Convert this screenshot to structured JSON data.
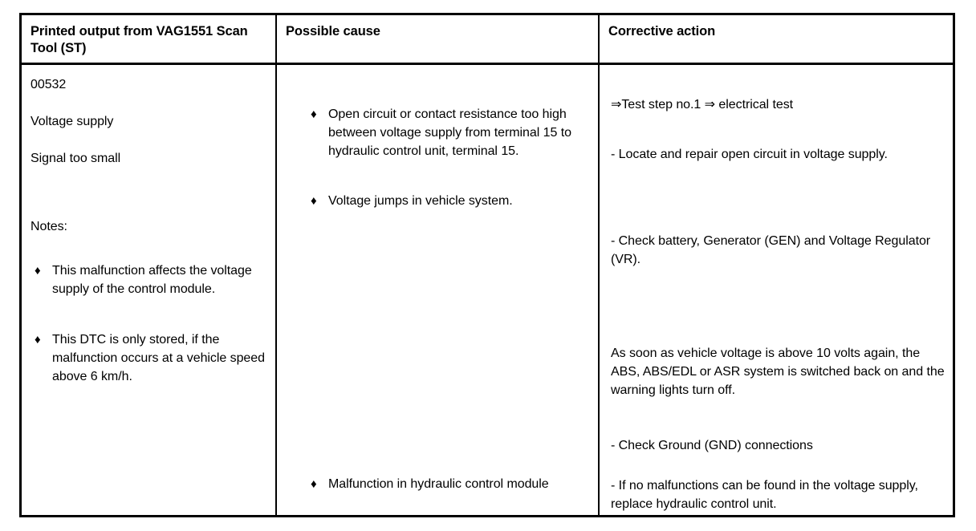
{
  "document": {
    "type": "diagnostic-trouble-code-table",
    "bullet_glyph": "♦",
    "arrow_glyph": "⇒",
    "text_color": "#000000",
    "background_color": "#ffffff"
  },
  "table": {
    "headers": [
      "Printed output from VAG1551 Scan Tool (ST)",
      "Possible cause",
      "Corrective action"
    ],
    "column_1": {
      "code": "00532",
      "fault_name": "Voltage supply",
      "fault_detail": "Signal too small",
      "notes_label": "Notes:",
      "notes": [
        "This malfunction affects the voltage supply of the control module.",
        "This DTC is only stored, if the malfunction occurs at a vehicle speed above 6 km/h."
      ]
    },
    "column_2": {
      "causes": [
        "Open circuit or contact resistance too high between voltage supply from terminal 15 to hydraulic control unit, terminal 15.",
        "Voltage jumps in vehicle system.",
        "Malfunction in hydraulic control module"
      ]
    },
    "column_3": {
      "actions": [
        "⇒Test step no.1 ⇒ electrical test",
        "- Locate and repair open circuit in voltage supply.",
        "- Check battery, Generator (GEN) and Voltage Regulator (VR).",
        "As soon as vehicle voltage is above 10 volts again, the ABS, ABS/EDL or ASR system is switched back on and the warning lights turn off.",
        "- Check Ground (GND) connections",
        "- If no malfunctions can be found in the voltage supply, replace hydraulic control unit."
      ]
    }
  }
}
